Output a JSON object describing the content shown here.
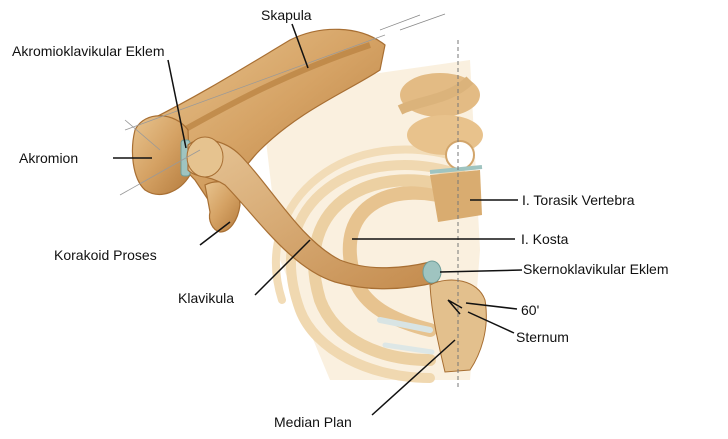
{
  "labels": {
    "skapula": "Skapula",
    "akromioklavikular": "Akromioklavikular Eklem",
    "akromion": "Akromion",
    "torasik": "I. Torasik Vertebra",
    "korakoid": "Korakoid Proses",
    "kosta": "I. Kosta",
    "sternoklavikular": "Skernoklavikular Eklem",
    "klavikula": "Klavikula",
    "angle": "60'",
    "sternum": "Sternum",
    "median": "Median Plan"
  },
  "colors": {
    "bone_dark": "#c9904e",
    "bone_mid": "#dcae72",
    "bone_light": "#efd3a6",
    "cartilage": "#e9dcc6",
    "joint": "#9fc4c0",
    "line": "#111111"
  }
}
